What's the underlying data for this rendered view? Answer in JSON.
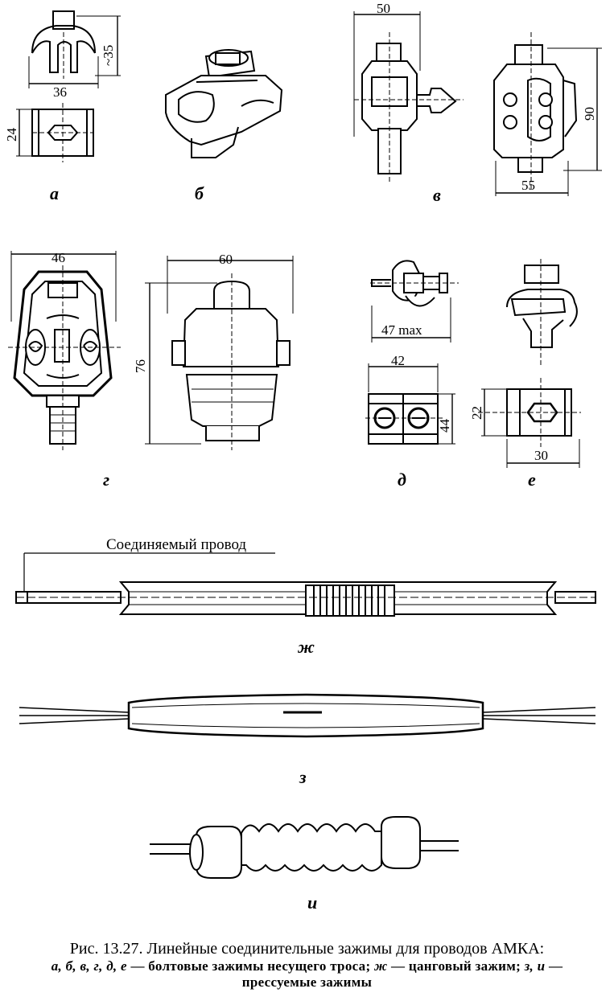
{
  "labels": {
    "a": "а",
    "b": "б",
    "v": "в",
    "g": "г",
    "d": "д",
    "e": "е",
    "zh": "ж",
    "z": "з",
    "i": "и"
  },
  "dimensions": {
    "a_width": "36",
    "a_height": "~35",
    "a_side": "24",
    "v_width": "50",
    "v2_width": "55",
    "v2_height": "90",
    "g_width": "46",
    "g2_width": "60",
    "g2_height": "76",
    "d_top": "47 max",
    "d_width": "42",
    "d_height": "44",
    "e_height": "22",
    "e_width": "30"
  },
  "callout": "Соединяемый провод",
  "caption": {
    "title": "Рис. 13.27. Линейные соединительные зажимы для проводов АМКА:",
    "legend_line1_italic1": "а, б, в, г, д, е",
    "legend_line1_text1": " — болтовые зажимы несущего троса; ",
    "legend_line1_italic2": "ж",
    "legend_line1_text2": " — цанговый зажим; ",
    "legend_line1_italic3": "з, и",
    "legend_line1_text3": " —",
    "legend_line2": "прессуемые зажимы"
  }
}
